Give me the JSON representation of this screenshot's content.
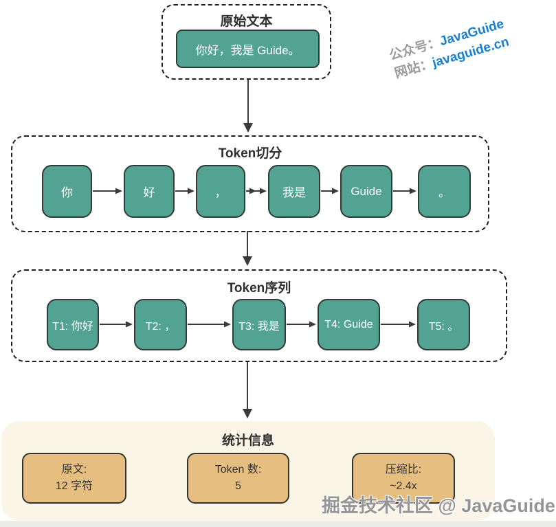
{
  "colors": {
    "token_fill": "#52A392",
    "token_border": "#2E3B38",
    "stat_fill": "#E5BE80",
    "stat_border": "#333333",
    "panel_bg": "#FAF5E7",
    "watermark_blue": "#1880CF",
    "watermark_gray": "#9B9B9B",
    "arrow": "#3A3A3A"
  },
  "original": {
    "title": "原始文本",
    "text": "你好，我是 Guide。"
  },
  "split": {
    "title": "Token切分",
    "tokens": [
      "你",
      "好",
      "，",
      "我是",
      "Guide",
      "。"
    ]
  },
  "sequence": {
    "title": "Token序列",
    "tokens": [
      "T1: 你好",
      "T2: ，",
      "T3: 我是",
      "T4: Guide",
      "T5: 。"
    ]
  },
  "stats": {
    "title": "统计信息",
    "items": [
      {
        "label": "原文:",
        "value": "12 字符"
      },
      {
        "label": "Token 数:",
        "value": "5"
      },
      {
        "label": "压缩比:",
        "value": "~2.4x"
      }
    ]
  },
  "watermarks": {
    "account_label": "公众号：",
    "account_value": "JavaGuide",
    "site_label": "网站：",
    "site_value": "javaguide.cn",
    "bottom": "掘金技术社区 @ JavaGuide"
  }
}
